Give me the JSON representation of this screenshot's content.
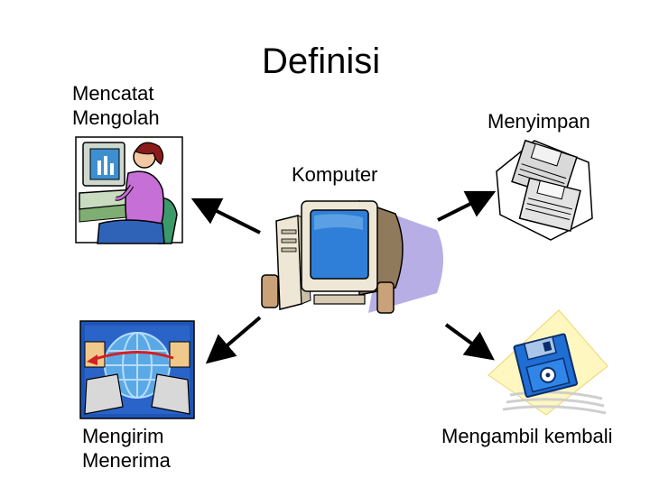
{
  "slide": {
    "title": "Definisi",
    "center_label": "Komputer",
    "top_left": {
      "line1": "Mencatat",
      "line2": "Mengolah"
    },
    "top_right": "Menyimpan",
    "bottom_left": {
      "line1": "Mengirim",
      "line2": "Menerima"
    },
    "bottom_right": "Mengambil kembali"
  },
  "icons": {
    "top_left": "woman-at-computer-icon",
    "top_right": "floppy-disks-icon",
    "center": "desktop-computer-icon",
    "bottom_left": "networked-computers-globe-icon",
    "bottom_right": "floppy-disk-icon"
  },
  "colors": {
    "arrow": "#000000",
    "screen_blue": "#2f7fd8",
    "sweater": "#c26fd3",
    "floppy_blue": "#1f6ed4"
  }
}
